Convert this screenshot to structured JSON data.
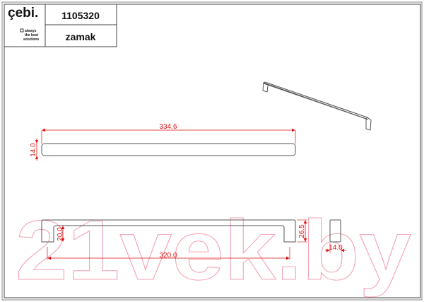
{
  "title_block": {
    "brand": "çebi.",
    "tagline": [
      "always",
      "the best",
      "solutions"
    ],
    "part_number": "1105320",
    "material": "zamak"
  },
  "dimensions": {
    "top_length": "334.6",
    "top_width": "14.0",
    "center_distance": "320.0",
    "inner_height": "20.0",
    "total_height": "26.5",
    "side_width": "14.0"
  },
  "watermark": "21vek.by",
  "colors": {
    "dimension": "#dd1111",
    "line": "#555555",
    "watermark": "#f3a0b0"
  }
}
